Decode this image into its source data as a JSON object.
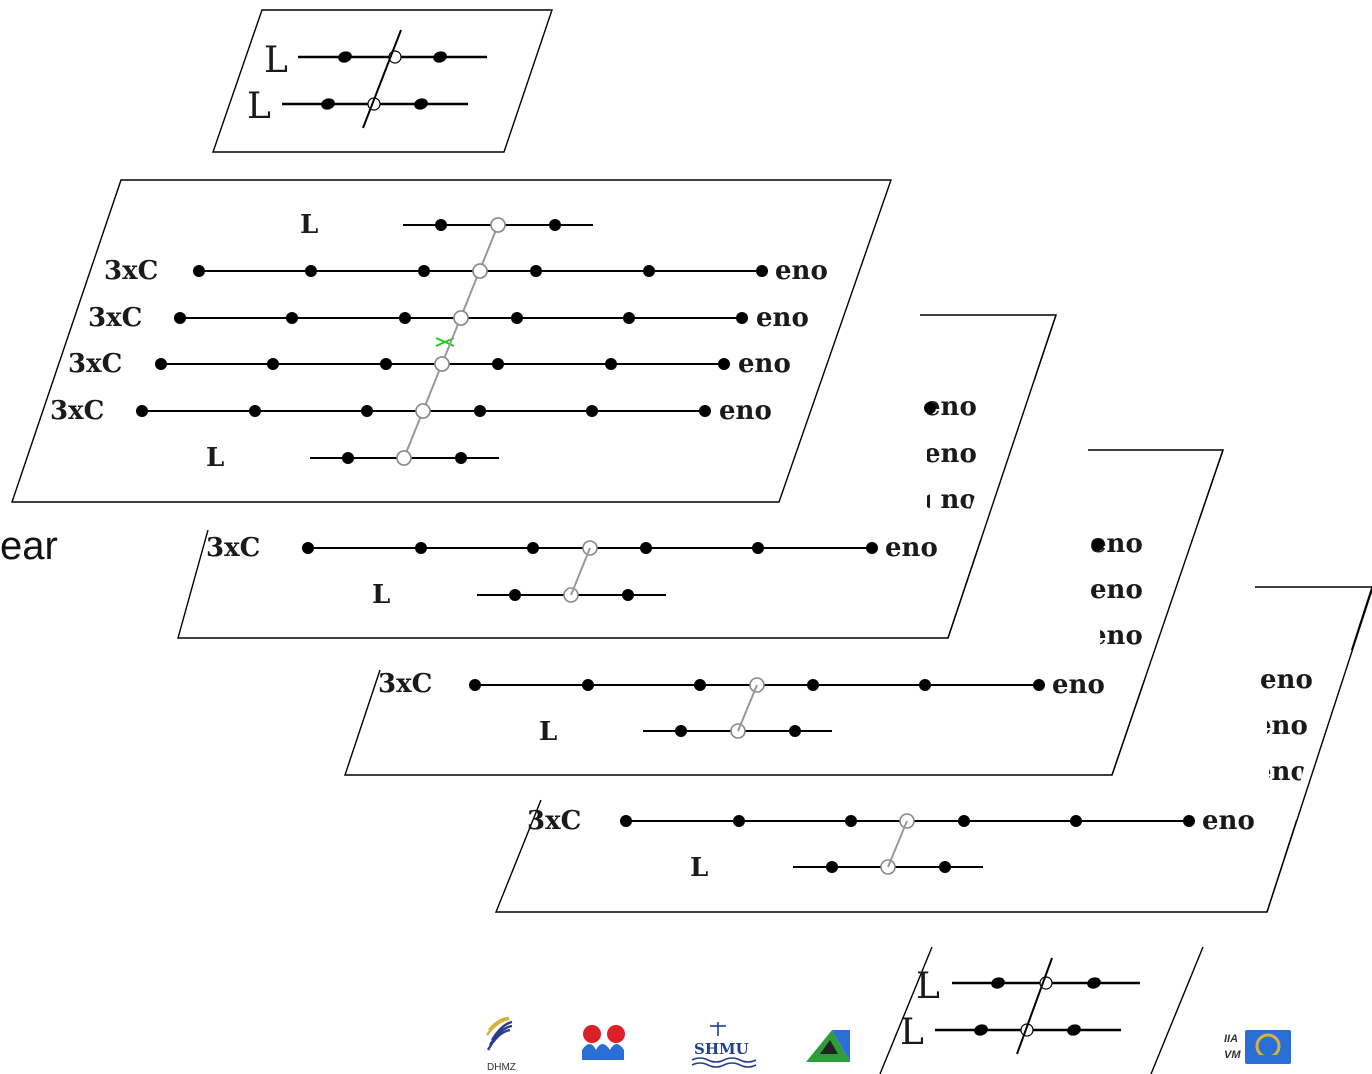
{
  "labels": {
    "leveraged": "L",
    "coarse": "3xC",
    "endpoint": "eno",
    "slide_fragment": "ear"
  },
  "logos": [
    {
      "name": "dhmz-logo",
      "caption": "DHMZ"
    },
    {
      "name": "red-blue-logo",
      "caption": ""
    },
    {
      "name": "shmu-logo",
      "caption": "SHMU"
    },
    {
      "name": "green-triangle-logo",
      "caption": ""
    },
    {
      "name": "omega-logo",
      "caption": ""
    }
  ],
  "logo_fragment_text": [
    "IIA",
    "VM"
  ],
  "colors": {
    "line": "#000000",
    "connector": "#8c8c8c",
    "marker_green": "#22cc22",
    "shmu_blue": "#1f3f8f",
    "red": "#dd1f2a",
    "blue": "#2a6fd6",
    "green": "#2f9e3a",
    "gold": "#d8b23a"
  }
}
